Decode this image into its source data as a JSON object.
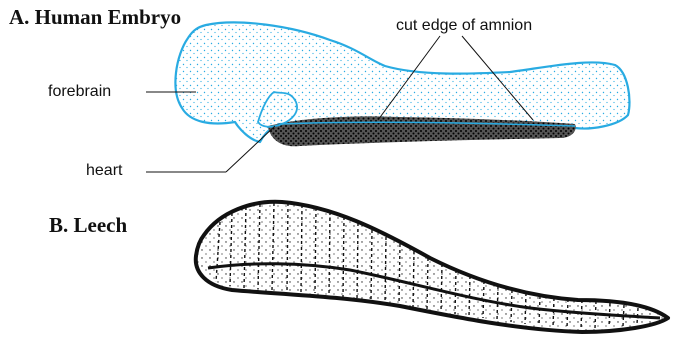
{
  "panel_a": {
    "title": "A. Human Embryo",
    "labels": {
      "forebrain": "forebrain",
      "cut_edge": "cut edge of amnion",
      "heart": "heart"
    },
    "color": "#29abe2"
  },
  "panel_b": {
    "title": "B. Leech",
    "color": "#111111"
  }
}
